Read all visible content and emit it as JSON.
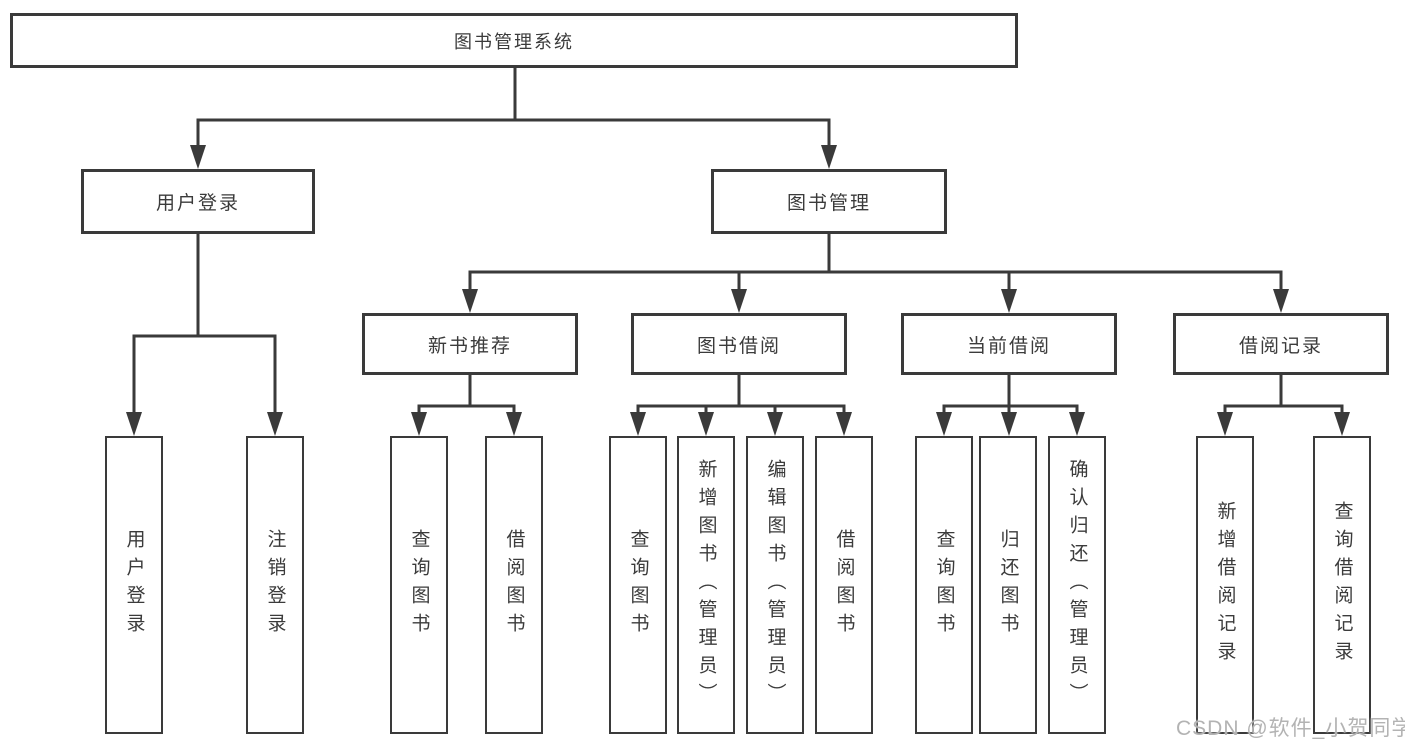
{
  "diagram": {
    "type": "hierarchy-tree",
    "watermark": "CSDN @软件_小贺同学",
    "colors": {
      "line": "#3a3a3a",
      "box_border": "#3a3a3a",
      "box_fill": "#ffffff",
      "text": "#3b3b3b",
      "watermark": "#b3b3b3"
    },
    "tree": {
      "root": {
        "label": "图书管理系统",
        "children": [
          {
            "label": "用户登录",
            "children": [
              {
                "label": "用户登录"
              },
              {
                "label": "注销登录"
              }
            ]
          },
          {
            "label": "图书管理",
            "children": [
              {
                "label": "新书推荐",
                "children": [
                  {
                    "label": "查询图书"
                  },
                  {
                    "label": "借阅图书"
                  }
                ]
              },
              {
                "label": "图书借阅",
                "children": [
                  {
                    "label": "查询图书"
                  },
                  {
                    "label": "新增图书（管理员）"
                  },
                  {
                    "label": "编辑图书（管理员）"
                  },
                  {
                    "label": "借阅图书"
                  }
                ]
              },
              {
                "label": "当前借阅",
                "children": [
                  {
                    "label": "查询图书"
                  },
                  {
                    "label": "归还图书"
                  },
                  {
                    "label": "确认归还（管理员）"
                  }
                ]
              },
              {
                "label": "借阅记录",
                "children": [
                  {
                    "label": "新增借阅记录"
                  },
                  {
                    "label": "查询借阅记录"
                  }
                ]
              }
            ]
          }
        ]
      }
    }
  }
}
